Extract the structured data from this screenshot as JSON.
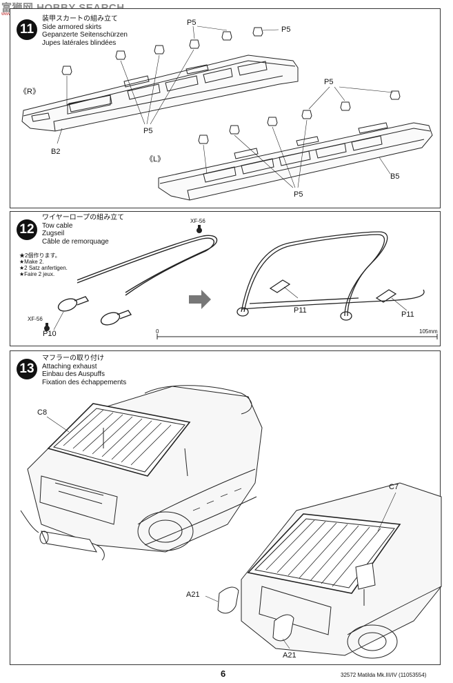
{
  "watermark": {
    "text": "富狮网 HOBBY SEARCH",
    "sub": "www.hobbysearch.com"
  },
  "steps": [
    {
      "number": "11",
      "titles": [
        "装甲スカートの組み立て",
        "Side armored skirts",
        "Gepanzerte Seitenschürzen",
        "Jupes latérales blindées"
      ],
      "labels": {
        "r_side": "《R》",
        "l_side": "《L》",
        "p5": "P5",
        "b2": "B2",
        "b5": "B5"
      }
    },
    {
      "number": "12",
      "titles": [
        "ワイヤーロープの組み立て",
        "Tow cable",
        "Zugseil",
        "Câble de remorquage"
      ],
      "notes": [
        "★2個作ります。",
        "★Make 2.",
        "★2 Satz anfertigen.",
        "★Faire 2 jeux."
      ],
      "labels": {
        "paint": "XF-56",
        "p10": "P10",
        "p11": "P11",
        "scale_start": "0",
        "scale_end": "105mm"
      }
    },
    {
      "number": "13",
      "titles": [
        "マフラーの取り付け",
        "Attaching exhaust",
        "Einbau des Auspuffs",
        "Fixation des échappements"
      ],
      "labels": {
        "c8": "C8",
        "c7": "C7",
        "a21": "A21"
      }
    }
  ],
  "page": {
    "number": "6",
    "footer": "32572  Matilda Mk.III/IV (11053554)"
  }
}
